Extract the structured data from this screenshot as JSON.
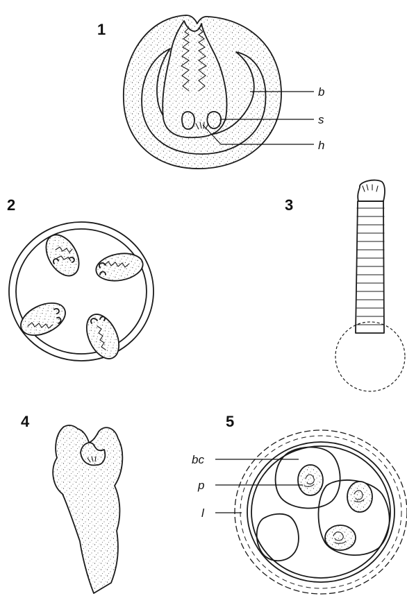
{
  "panels": [
    {
      "number": "1",
      "labels": [
        "b",
        "s",
        "h"
      ]
    },
    {
      "number": "2",
      "labels": []
    },
    {
      "number": "3",
      "labels": []
    },
    {
      "number": "4",
      "labels": []
    },
    {
      "number": "5",
      "labels": [
        "bc",
        "p",
        "l"
      ]
    }
  ],
  "colors": {
    "ink": "#1a1a1a",
    "background": "#ffffff"
  }
}
